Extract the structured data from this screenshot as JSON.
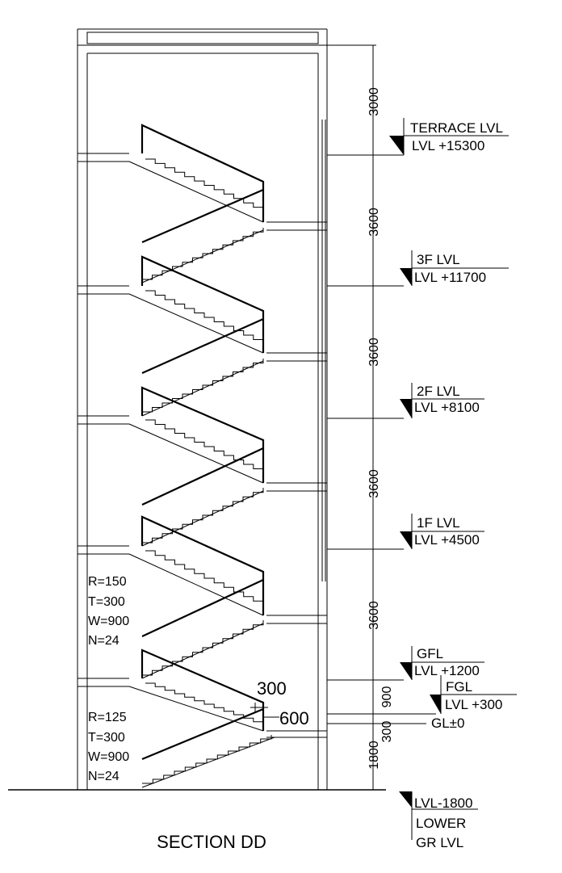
{
  "title": "SECTION DD",
  "levels": [
    {
      "name": "TERRACE LVL",
      "value": "LVL +15300"
    },
    {
      "name": "3F LVL",
      "value": "LVL +11700"
    },
    {
      "name": "2F LVL",
      "value": "LVL +8100"
    },
    {
      "name": "1F LVL",
      "value": "LVL +4500"
    },
    {
      "name": "GFL",
      "value": "LVL +1200"
    },
    {
      "name": "FGL",
      "value": "LVL +300"
    }
  ],
  "ground_level": "GL±0",
  "lower_level": {
    "value": "LVL-1800",
    "line1": "LOWER",
    "line2": "GR LVL"
  },
  "dimensions": [
    "3000",
    "3600",
    "3600",
    "3600",
    "3600",
    "900",
    "300",
    "1800"
  ],
  "detail_dims": {
    "tread": "300",
    "rise": "600"
  },
  "stair_specs": [
    {
      "lines": [
        "R=150",
        "T=300",
        "W=900",
        "N=24"
      ]
    },
    {
      "lines": [
        "R=125",
        "T=300",
        "W=900",
        "N=24"
      ]
    }
  ]
}
